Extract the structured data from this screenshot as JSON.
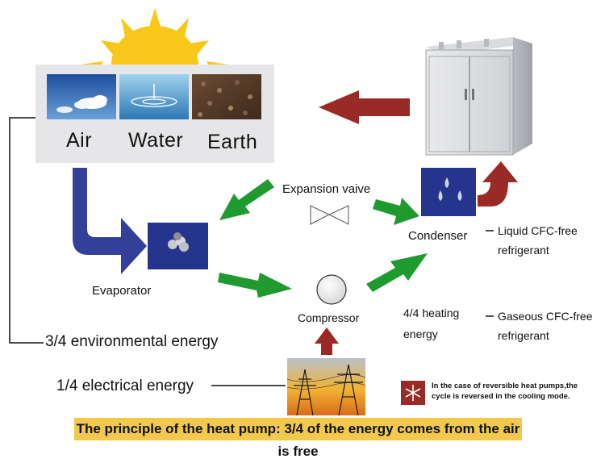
{
  "sources": {
    "air": "Air",
    "water": "Water",
    "earth": "Earth"
  },
  "labels": {
    "expansion_valve": "Expansion vaive",
    "condenser": "Condenser",
    "evaporator": "Evaporator",
    "compressor": "Compressor",
    "heating_energy_line1": "4/4 heating",
    "heating_energy_line2": "energy",
    "liquid_refrigerant_line1": "Liquid CFC-free",
    "liquid_refrigerant_line2": "refrigerant",
    "gaseous_refrigerant_line1": "Gaseous CFC-free",
    "gaseous_refrigerant_line2": "refrigerant",
    "environmental_energy": "3/4 environmental energy",
    "electrical_energy": "1/4 electrical energy",
    "reversible_note": "In the case of reversible heat pumps,the cycle is reversed in the cooling mode."
  },
  "banner": "The principle of the heat pump: 3/4 of the energy comes from the air is free",
  "colors": {
    "blue_arrow": "#33409a",
    "green_arrow": "#1f9a2e",
    "red_arrow": "#9a2a25",
    "box_blue": "#25348c",
    "sun": "#f7c81a",
    "banner": "#f2c94c"
  }
}
